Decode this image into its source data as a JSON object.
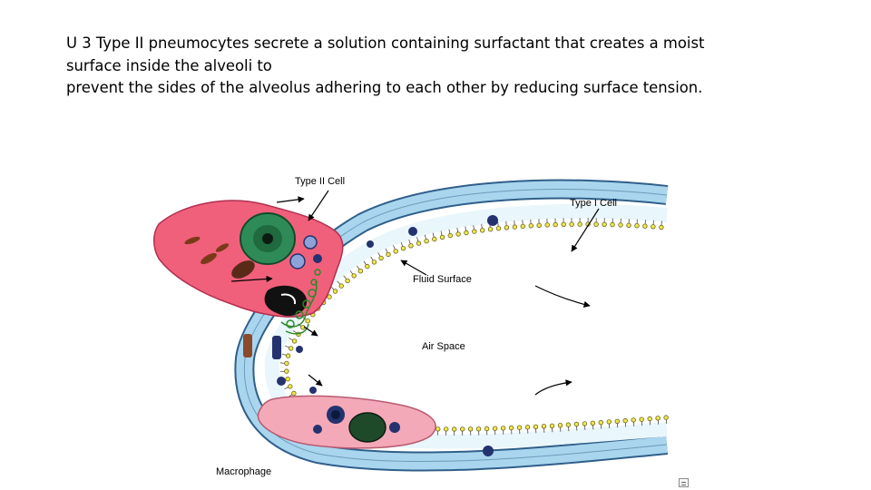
{
  "slide": {
    "text_lines": [
      "U 3 Type II pneumocytes secrete a solution containing surfactant that creates a moist",
      "surface inside the alveoli to",
      "prevent the sides of the alveolus adhering to each other by reducing surface tension."
    ]
  },
  "diagram": {
    "labels": {
      "type2": "Type II Cell",
      "type1": "Type I Cell",
      "fluid": "Fluid Surface",
      "air": "Air Space",
      "macrophage": "Macrophage"
    },
    "colors": {
      "membrane_fill": "#a9d6ee",
      "membrane_stroke": "#2f5f8a",
      "type2_cell": "#f0607a",
      "macrophage": "#f4a9b8",
      "nucleus_green": "#2e8b57",
      "surfactant_yellow": "#f1e84a",
      "vesicle_blue": "#24326e"
    }
  }
}
